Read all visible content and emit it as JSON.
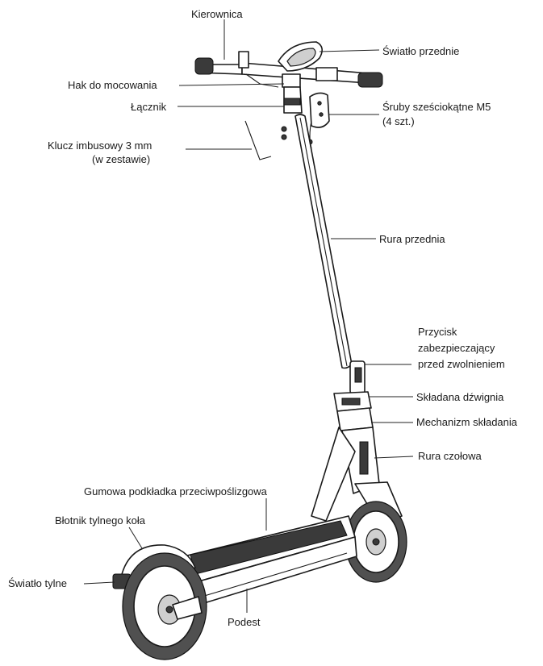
{
  "labels": {
    "handlebar": "Kierownica",
    "front_light": "Światło przednie",
    "hook": "Hak do mocowania",
    "connector": "Łącznik",
    "hex_screws_line1": "Śruby sześciokątne M5",
    "hex_screws_line2": "(4 szt.)",
    "allen_key_line1": "Klucz imbusowy 3 mm",
    "allen_key_line2": "(w zestawie)",
    "front_tube": "Rura przednia",
    "safety_button_line1": "Przycisk",
    "safety_button_line2": "zabezpieczający",
    "safety_button_line3": "przed zwolnieniem",
    "folding_lever": "Składana dźwignia",
    "folding_mechanism": "Mechanizm składania",
    "head_tube": "Rura czołowa",
    "grip_tape": "Gumowa podkładka przeciwpoślizgowa",
    "rear_fender": "Błotnik tylnego koła",
    "rear_light": "Światło tylne",
    "deck": "Podest"
  },
  "colors": {
    "line": "#1a1a1a",
    "tire": "#505050",
    "grip": "#3a3a3a"
  }
}
